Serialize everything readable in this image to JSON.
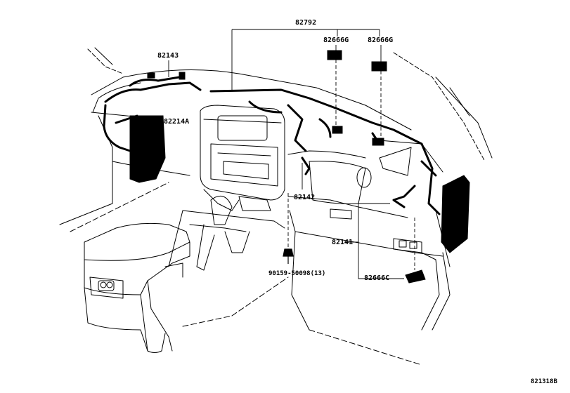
{
  "diagram": {
    "labels": {
      "p82792": "82792",
      "p82666g_a": "82666G",
      "p82666g_b": "82666G",
      "p82143": "82143",
      "p82214a": "82214A",
      "p82142": "82142",
      "p82141": "82141",
      "p90159": "90159-50098(13)",
      "p82666c": "82666C",
      "figure_code": "821318B"
    },
    "colors": {
      "ink": "#000000",
      "paper": "#ffffff"
    }
  }
}
